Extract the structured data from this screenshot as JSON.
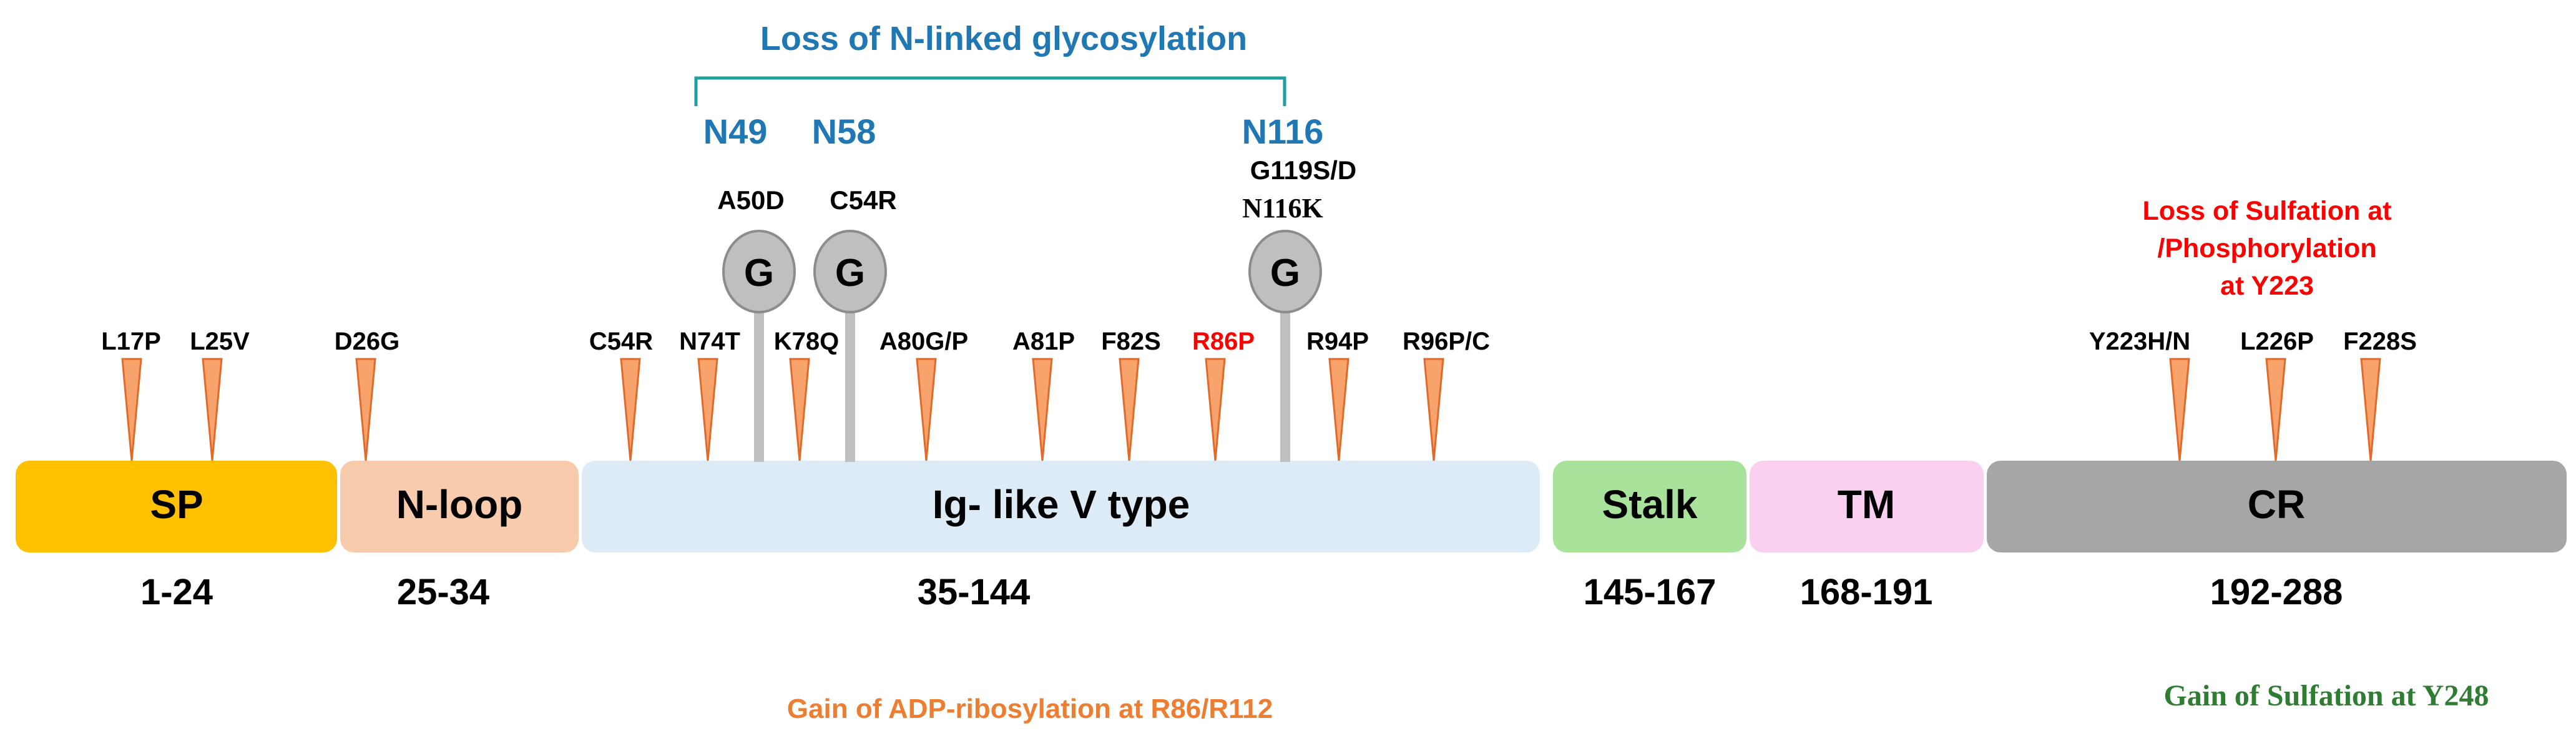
{
  "colors": {
    "sp": "#FFC000",
    "nloop": "#F8CBAD",
    "ig": "#DDEBF7",
    "stalk": "#A9E29B",
    "tm": "#FBCFEF",
    "cr": "#A6A6A6",
    "glyco_blue": "#1F77B4",
    "red": "#FF0000",
    "orange_text": "#ED7D31",
    "green_text": "#2E7D32",
    "marker_fill": "#F8A36B",
    "marker_stroke": "#E06A2C",
    "glycan": "#BFBFBF"
  },
  "domains": [
    {
      "name": "SP",
      "range": "1-24"
    },
    {
      "name": "N-loop",
      "range": "25-34"
    },
    {
      "name": "Ig- like V type",
      "range": "35-144"
    },
    {
      "name": "Stalk",
      "range": "145-167"
    },
    {
      "name": "TM",
      "range": "168-191"
    },
    {
      "name": "CR",
      "range": "192-288"
    }
  ],
  "mutations": [
    {
      "label": "L17P",
      "color": "black"
    },
    {
      "label": "L25V",
      "color": "black"
    },
    {
      "label": "D26G",
      "color": "black"
    },
    {
      "label": "C54R",
      "color": "black"
    },
    {
      "label": "N74T",
      "color": "black"
    },
    {
      "label": "K78Q",
      "color": "black"
    },
    {
      "label": "A80G/P",
      "color": "black"
    },
    {
      "label": "A81P",
      "color": "black"
    },
    {
      "label": "F82S",
      "color": "black"
    },
    {
      "label": "R86P",
      "color": "red"
    },
    {
      "label": "R94P",
      "color": "black"
    },
    {
      "label": "R96P/C",
      "color": "black"
    },
    {
      "label": "Y223H/N",
      "color": "black"
    },
    {
      "label": "L226P",
      "color": "black"
    },
    {
      "label": "F228S",
      "color": "black"
    }
  ],
  "glycosylation": {
    "title": "Loss of N-linked glycosylation",
    "sites": [
      "N49",
      "N58",
      "N116"
    ],
    "glycan_symbol": "G",
    "site_mutations": [
      "A50D",
      "C54R",
      "G119S/D",
      "N116K"
    ]
  },
  "annotations": {
    "sulfation_loss_lines": [
      "Loss of Sulfation at",
      "/Phosphorylation",
      "at Y223"
    ],
    "adp_ribosylation": "Gain of ADP-ribosylation at R86/R112",
    "sulfation_gain": "Gain of Sulfation at Y248"
  }
}
